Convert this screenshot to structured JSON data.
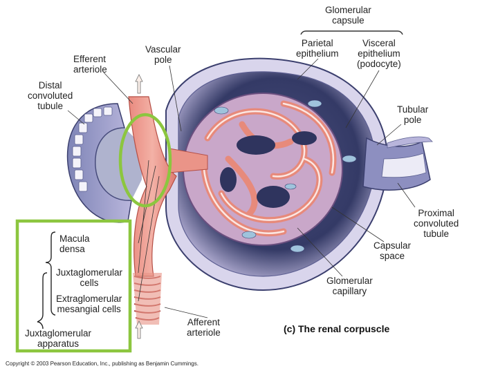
{
  "diagram": {
    "caption": "(c) The renal corpuscle",
    "copyright": "Copyright © 2003 Pearson Education, Inc., publishing as Benjamin Cummings.",
    "highlight_color": "#8cc63f",
    "labels": {
      "glomerular_capsule": [
        "Glomerular",
        "capsule"
      ],
      "parietal_epithelium": [
        "Parietal",
        "epithelium"
      ],
      "visceral_epithelium": [
        "Visceral",
        "epithelium",
        "(podocyte)"
      ],
      "efferent_arteriole": [
        "Efferent",
        "arteriole"
      ],
      "vascular_pole": [
        "Vascular",
        "pole"
      ],
      "distal_convoluted_tubule": [
        "Distal",
        "convoluted",
        "tubule"
      ],
      "tubular_pole": [
        "Tubular",
        "pole"
      ],
      "proximal_convoluted_tubule": [
        "Proximal",
        "convoluted",
        "tubule"
      ],
      "macula_densa": [
        "Macula",
        "densa"
      ],
      "juxtaglomerular_cells": [
        "Juxtaglomerular",
        "cells"
      ],
      "extraglomerular_mesangial_cells": [
        "Extraglomerular",
        "mesangial cells"
      ],
      "capsular_space": [
        "Capsular",
        "space"
      ],
      "glomerular_capillary": [
        "Glomerular",
        "capillary"
      ],
      "afferent_arteriole": [
        "Afferent",
        "arteriole"
      ],
      "juxtaglomerular_apparatus": [
        "Juxtaglomerular",
        "apparatus"
      ]
    }
  }
}
